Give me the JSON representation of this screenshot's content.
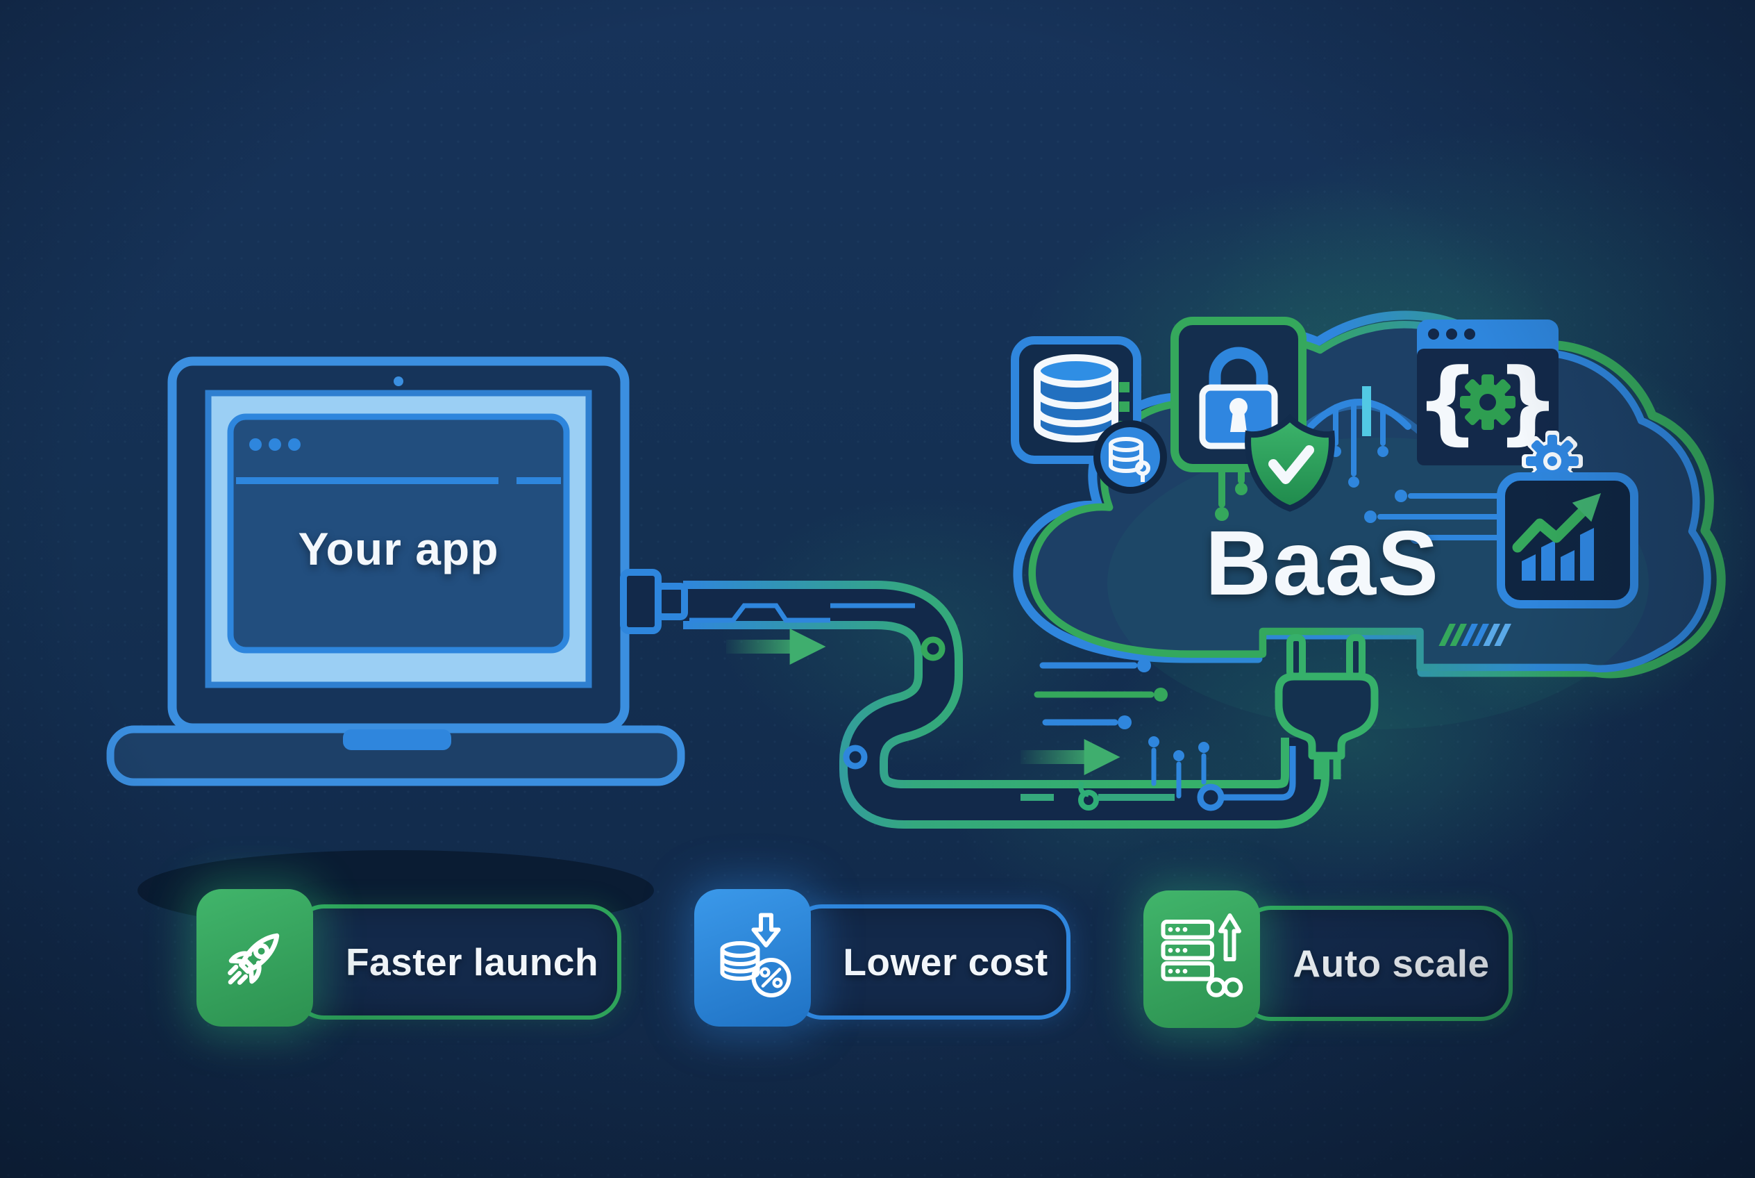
{
  "laptop": {
    "app_label": "Your app",
    "window_dot_count": "3"
  },
  "cloud": {
    "label": "BaaS",
    "tiles": [
      "database-icon",
      "database-search-badge-icon",
      "lock-icon",
      "shield-check-icon",
      "code-window-icon",
      "gear-icon",
      "growth-chart-icon"
    ],
    "code_braces": {
      "open": "{",
      "close": "}"
    }
  },
  "connection": {
    "style": "circuit-cable",
    "plug_icon": "plug-icon",
    "arrow_count": "2"
  },
  "badges": [
    {
      "label": "Faster launch",
      "icon": "rocket-icon",
      "accent": "#2ea35a"
    },
    {
      "label": "Lower cost",
      "icon": "lower-cost-icon",
      "accent": "#2f86dd"
    },
    {
      "label": "Auto scale",
      "icon": "auto-scale-icon",
      "accent": "#2ea35a"
    }
  ],
  "colors": {
    "background": "#143052",
    "blue": "#2f86dd",
    "green": "#35a85c",
    "screen_light_blue": "#9bcff4",
    "panel_navy": "#152e4d",
    "text": "#f4f8fc",
    "cyan_accent": "#52c9e4"
  }
}
